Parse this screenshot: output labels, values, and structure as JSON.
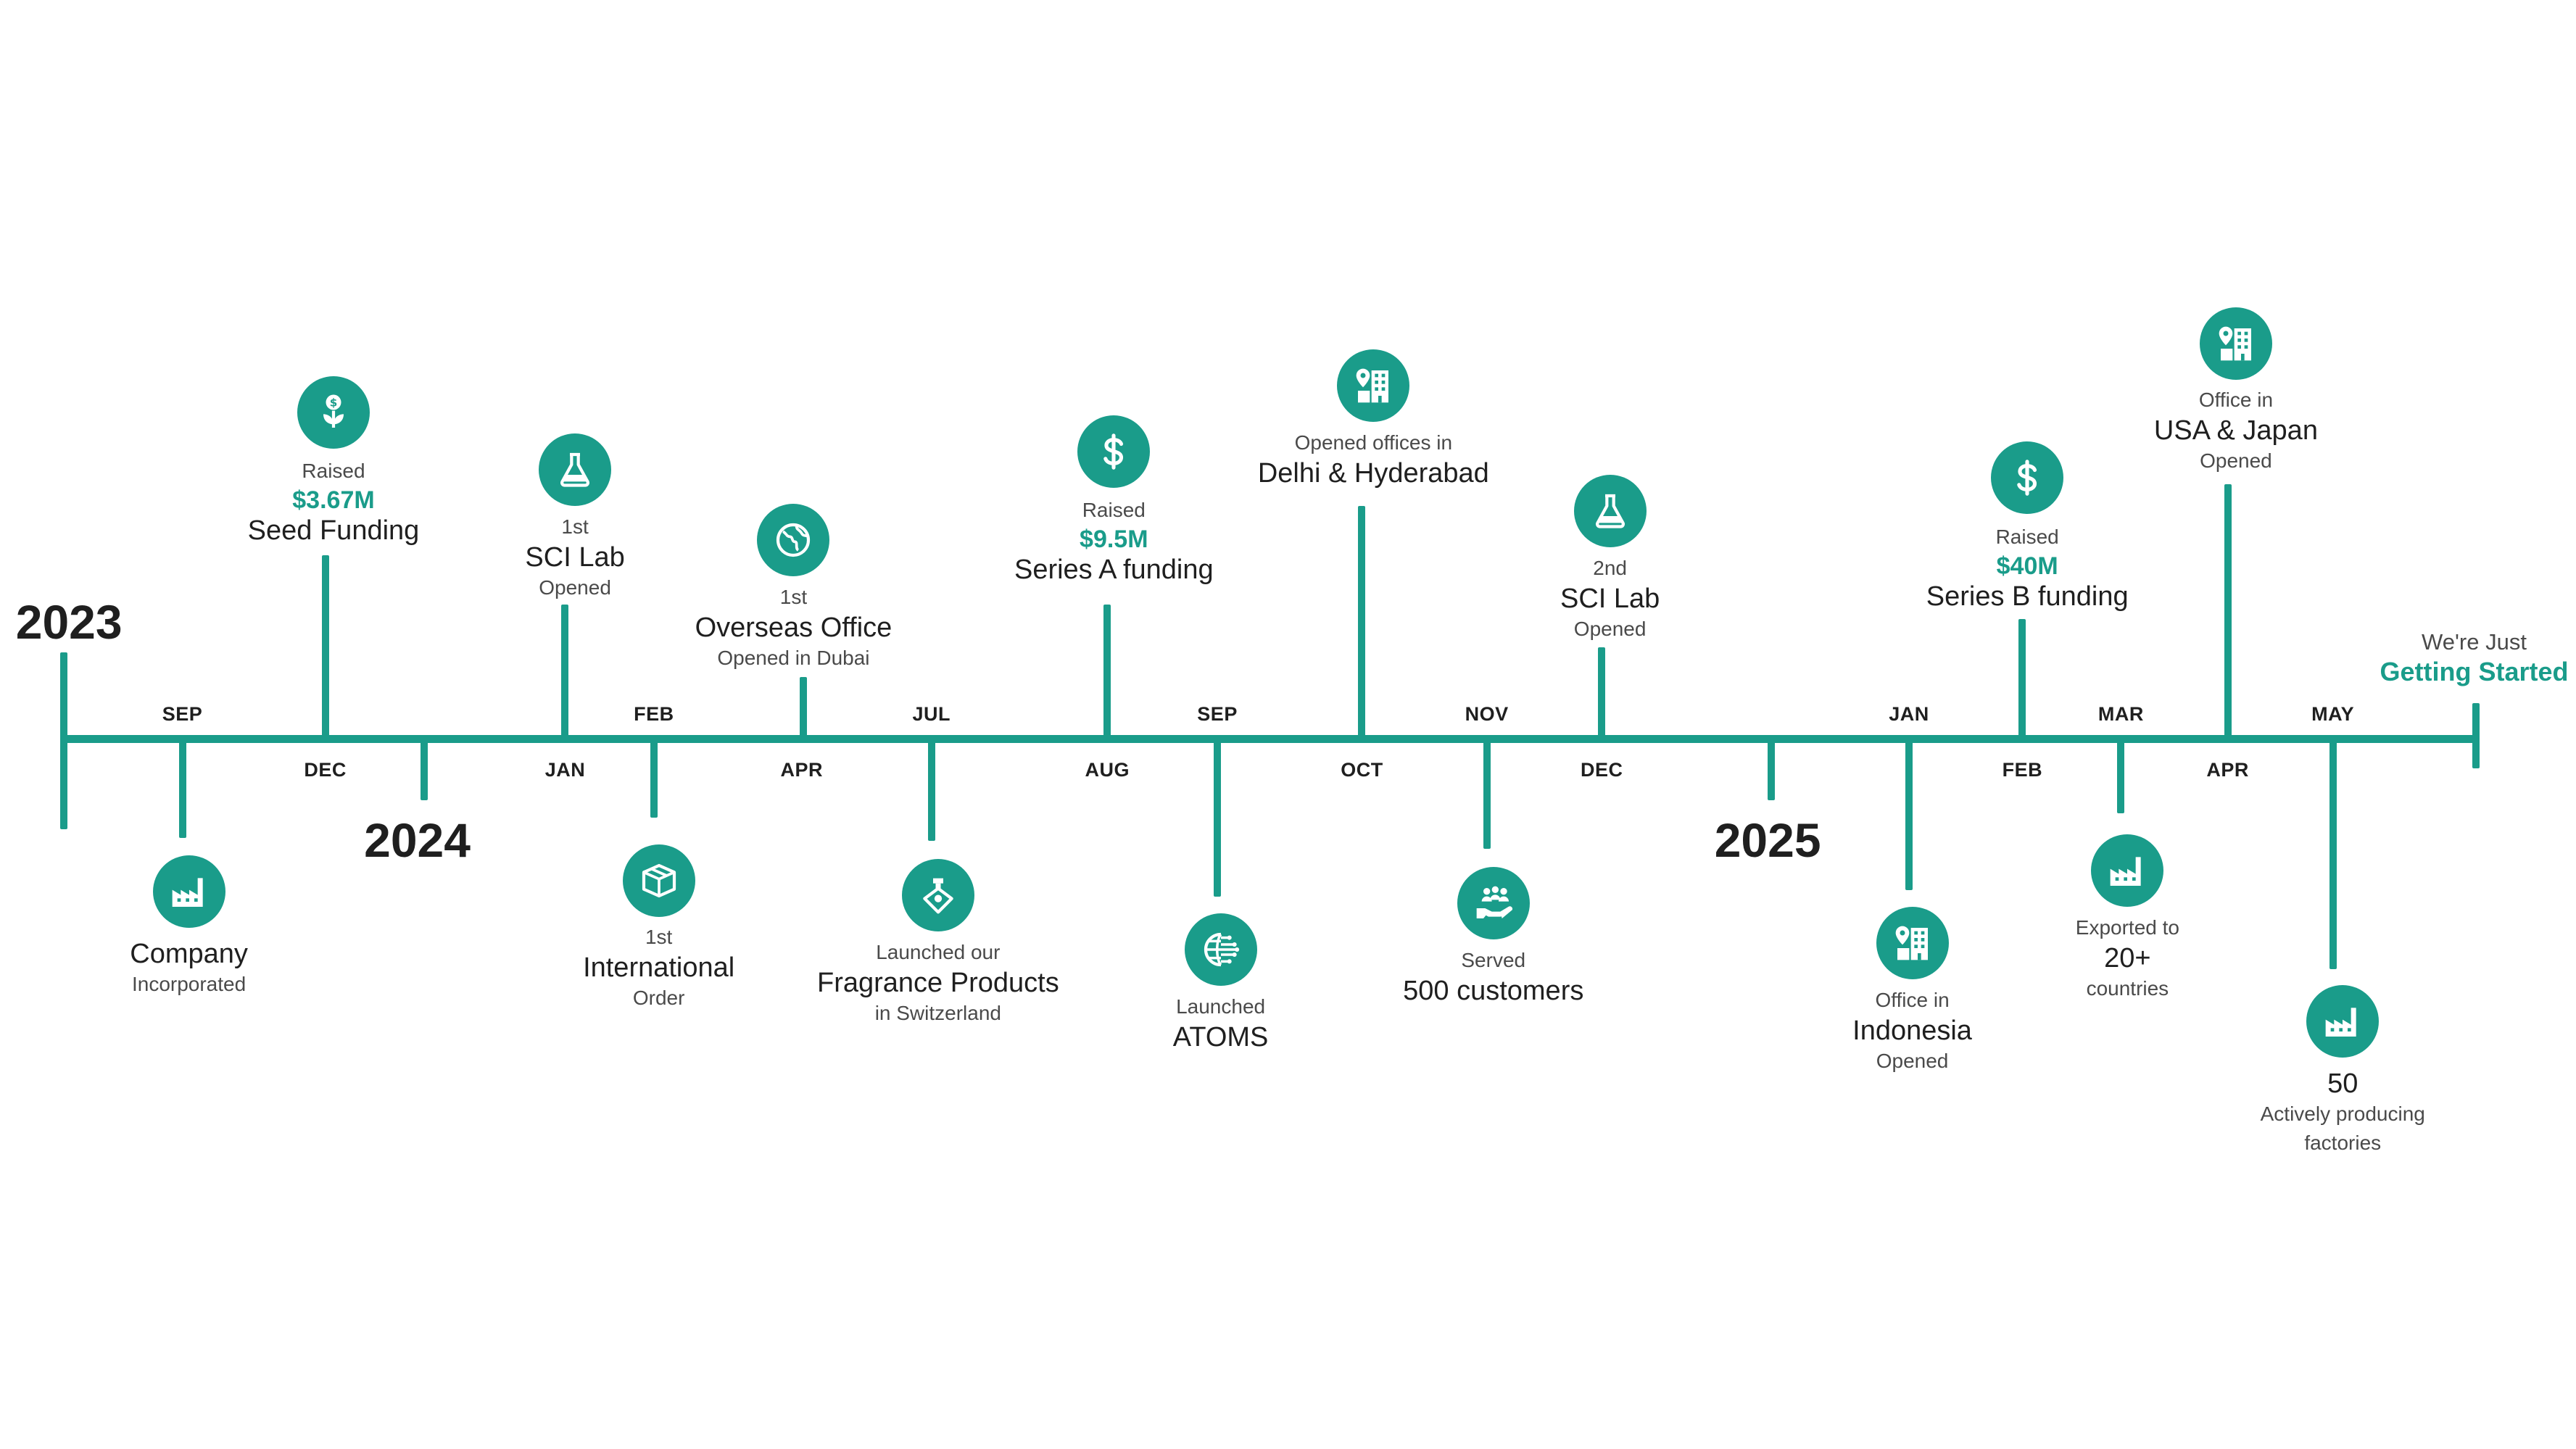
{
  "colors": {
    "accent": "#1a9c8a",
    "text": "#1f1f1f",
    "muted": "#4a4a4a"
  },
  "years": [
    "2023",
    "2024",
    "2025"
  ],
  "months_top": [
    "SEP",
    "FEB",
    "JUL",
    "SEP",
    "NOV",
    "JAN",
    "MAR",
    "MAY"
  ],
  "months_bottom": [
    "DEC",
    "JAN",
    "APR",
    "AUG",
    "OCT",
    "DEC",
    "FEB",
    "APR"
  ],
  "end": {
    "line1": "We're Just",
    "line2": "Getting Started"
  },
  "milestones": [
    {
      "icon": "factory-icon",
      "lines": [
        {
          "t": "Company",
          "s": "big"
        },
        {
          "t": "Incorporated",
          "s": "small"
        }
      ]
    },
    {
      "icon": "seed-money-icon",
      "lines": [
        {
          "t": "Raised",
          "s": "small"
        },
        {
          "t": "$3.67M",
          "s": "money"
        },
        {
          "t": "Seed Funding",
          "s": "big"
        }
      ]
    },
    {
      "icon": "flask-icon",
      "lines": [
        {
          "t": "1st",
          "s": "small"
        },
        {
          "t": "SCI Lab",
          "s": "big"
        },
        {
          "t": "Opened",
          "s": "small"
        }
      ]
    },
    {
      "icon": "package-icon",
      "lines": [
        {
          "t": "1st",
          "s": "small"
        },
        {
          "t": "International",
          "s": "big"
        },
        {
          "t": "Order",
          "s": "small"
        }
      ]
    },
    {
      "icon": "globe-icon",
      "lines": [
        {
          "t": "1st",
          "s": "small"
        },
        {
          "t": "Overseas Office",
          "s": "big"
        },
        {
          "t": "Opened in Dubai",
          "s": "small"
        }
      ]
    },
    {
      "icon": "perfume-bottle-icon",
      "lines": [
        {
          "t": "Launched our",
          "s": "small"
        },
        {
          "t": "Fragrance Products",
          "s": "big"
        },
        {
          "t": "in Switzerland",
          "s": "small"
        }
      ]
    },
    {
      "icon": "dollar-icon",
      "lines": [
        {
          "t": "Raised",
          "s": "small"
        },
        {
          "t": "$9.5M",
          "s": "money"
        },
        {
          "t": "Series A funding",
          "s": "big"
        }
      ]
    },
    {
      "icon": "network-globe-icon",
      "lines": [
        {
          "t": "Launched",
          "s": "small"
        },
        {
          "t": "ATOMS",
          "s": "big"
        }
      ]
    },
    {
      "icon": "office-location-icon",
      "lines": [
        {
          "t": "Opened offices in",
          "s": "small"
        },
        {
          "t": "Delhi & Hyderabad",
          "s": "big"
        }
      ]
    },
    {
      "icon": "customers-hand-icon",
      "lines": [
        {
          "t": "Served",
          "s": "small"
        },
        {
          "t": "500 customers",
          "s": "big"
        }
      ]
    },
    {
      "icon": "flask-icon",
      "lines": [
        {
          "t": "2nd",
          "s": "small"
        },
        {
          "t": "SCI Lab",
          "s": "big"
        },
        {
          "t": "Opened",
          "s": "small"
        }
      ]
    },
    {
      "icon": "office-location-icon",
      "lines": [
        {
          "t": "Office in",
          "s": "small"
        },
        {
          "t": "Indonesia",
          "s": "big"
        },
        {
          "t": "Opened",
          "s": "small"
        }
      ]
    },
    {
      "icon": "dollar-icon",
      "lines": [
        {
          "t": "Raised",
          "s": "small"
        },
        {
          "t": "$40M",
          "s": "money"
        },
        {
          "t": "Series B funding",
          "s": "big"
        }
      ]
    },
    {
      "icon": "factory-icon",
      "lines": [
        {
          "t": "Exported to",
          "s": "small"
        },
        {
          "t": "20+",
          "s": "big"
        },
        {
          "t": "countries",
          "s": "small"
        }
      ]
    },
    {
      "icon": "office-location-icon",
      "lines": [
        {
          "t": "Office in",
          "s": "small"
        },
        {
          "t": "USA & Japan",
          "s": "big"
        },
        {
          "t": "Opened",
          "s": "small"
        }
      ]
    },
    {
      "icon": "factory-icon",
      "lines": [
        {
          "t": "50",
          "s": "big"
        },
        {
          "t": "Actively producing",
          "s": "small"
        },
        {
          "t": "factories",
          "s": "small"
        }
      ]
    }
  ]
}
